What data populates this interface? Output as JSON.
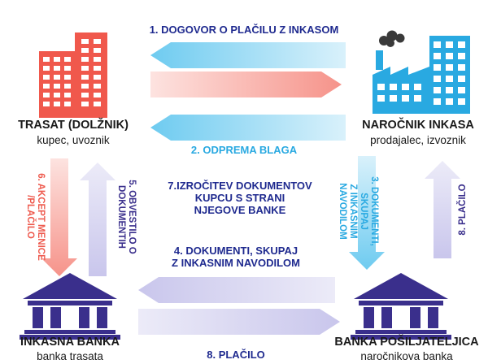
{
  "colors": {
    "blue_text": "#1f2a8f",
    "cyan_text": "#29a9e1",
    "red_text": "#ee5a4e",
    "purple_text": "#3a2f8c",
    "building_red": "#f0584c",
    "building_blue": "#29a9e1",
    "bank_purple": "#3a2f8c",
    "factory_blue": "#29a9e1",
    "smoke": "#3a3a3a"
  },
  "parties": {
    "drawee": {
      "title": "TRASAT (DOLŽNIK)",
      "subtitle": "kupec, uvoznik",
      "icon": "office-building-icon"
    },
    "principal": {
      "title": "NAROČNIK INKASA",
      "subtitle": "prodajalec, izvoznik",
      "icon": "factory-icon"
    },
    "collecting_bank": {
      "title": "INKASNA BANKA",
      "subtitle": "banka trasata",
      "icon": "bank-icon"
    },
    "remitting_bank": {
      "title": "BANKA POŠILJATELJICA",
      "subtitle": "naročnikova banka",
      "icon": "bank-icon"
    }
  },
  "steps": {
    "s1": "1. DOGOVOR O PLAČILU Z INKASOM",
    "s2": "2. ODPREMA BLAGA",
    "s3_lines": [
      "3. DOKUMENTI,",
      "SKUPAJ",
      "Z INKASNIM",
      "NAVODILOM"
    ],
    "s4_lines": [
      "4. DOKUMENTI, SKUPAJ",
      "Z INKASNIM NAVODILOM"
    ],
    "s5_lines": [
      "5. OBVESTILO O",
      "DOKUMENTIH"
    ],
    "s6_lines": [
      "6. AKCEPT MENICE",
      "/PLAČILO"
    ],
    "s7_lines": [
      "7.IZROČITEV DOKUMENTOV",
      "KUPCU S STRANI",
      "NJEGOVE BANKE"
    ],
    "s8_right": "8. PLAČILO",
    "s8_bottom": "8. PLAČILO"
  }
}
